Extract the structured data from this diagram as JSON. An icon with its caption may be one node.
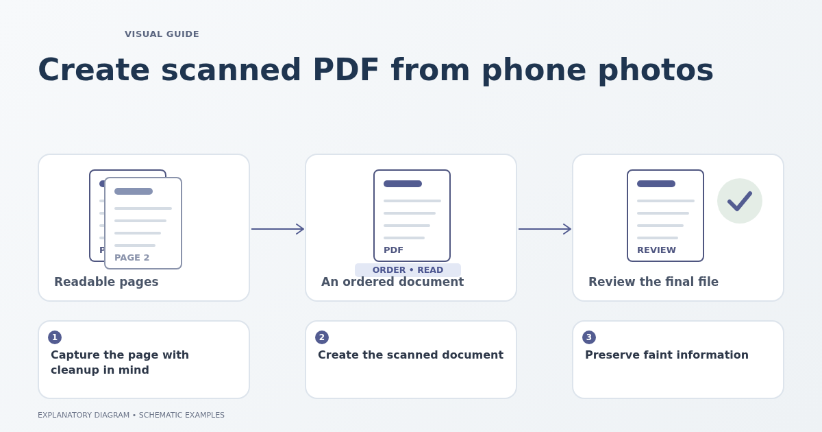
{
  "diagram": {
    "title": "Create scanned PDF from phone photos",
    "nodes": [
      {
        "text": [
          "Readable pages"
        ]
      },
      {
        "text": [
          "P",
          "PAGE 2"
        ],
        "in": 0
      },
      {
        "text": [
          "An ordered document"
        ]
      },
      {
        "text": [
          "PDF"
        ],
        "in": 2
      },
      {
        "text": [
          "ORDER • READ"
        ],
        "in": 2
      },
      {
        "text": [
          "Review the final file"
        ]
      },
      {
        "text": [
          "REVIEW"
        ],
        "in": 5
      },
      {
        "text": [
          "1",
          "Capture the page with cleanup in mind"
        ]
      },
      {
        "text": [
          "2",
          "Create the scanned document"
        ]
      },
      {
        "text": [
          "3",
          "Preserve faint information"
        ]
      }
    ],
    "edges": [
      {
        "from": 0,
        "to": 2,
        "arrow": "to"
      },
      {
        "from": 2,
        "to": 5,
        "arrow": "to"
      }
    ],
    "labels": [
      "VISUAL GUIDE",
      "EXPLANATORY DIAGRAM • SCHEMATIC EXAMPLES"
    ]
  }
}
